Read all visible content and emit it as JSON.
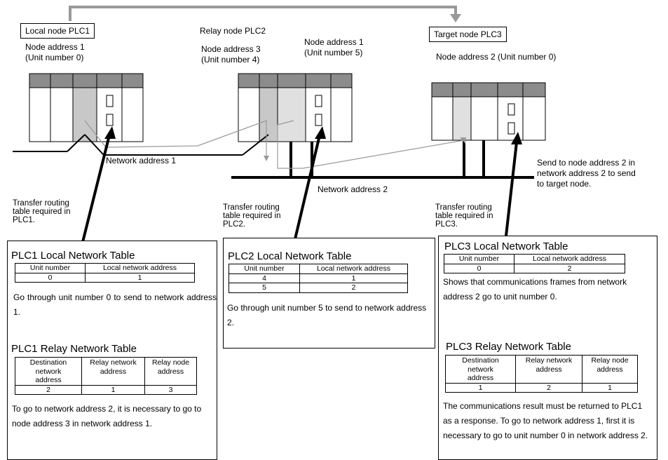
{
  "nodes": {
    "plc1": {
      "title": "Local node PLC1",
      "address_line1": "Node address 1",
      "address_line2": "(Unit number 0)"
    },
    "plc2": {
      "title": "Relay node PLC2",
      "left_line1": "Node address 3",
      "left_line2": "(Unit number 4)",
      "right_line1": "Node address 1",
      "right_line2": "(Unit number 5)"
    },
    "plc3": {
      "title": "Target node PLC3",
      "address_line1": "Node address 2 (Unit number 0)"
    }
  },
  "networks": {
    "net1_label": "Network address 1",
    "net2_label": "Network address 2",
    "send_note": [
      "Send to node address 2 in",
      "network address 2 to send",
      "to target node."
    ]
  },
  "transfer_notes": {
    "plc1": [
      "Transfer routing",
      "table required in",
      "PLC1."
    ],
    "plc2": [
      "Transfer routing",
      "table required in",
      "PLC2."
    ],
    "plc3": [
      "Transfer routing",
      "table required in",
      "PLC3."
    ]
  },
  "panels": {
    "plc1": {
      "local_title": "PLC1 Local Network Table",
      "local_headers": [
        "Unit number",
        "Local network address"
      ],
      "local_rows": [
        [
          "0",
          "1"
        ]
      ],
      "local_desc": "Go through unit number 0 to send to network address 1.",
      "relay_title": "PLC1 Relay Network Table",
      "relay_headers": [
        [
          "Destination",
          "network",
          "address"
        ],
        [
          "Relay network",
          "address"
        ],
        [
          "Relay node",
          "address"
        ]
      ],
      "relay_rows": [
        [
          "2",
          "1",
          "3"
        ]
      ],
      "relay_desc": "To go to network address 2, it is necessary to go to node address 3 in network address 1."
    },
    "plc2": {
      "local_title": "PLC2 Local Network Table",
      "local_headers": [
        "Unit number",
        "Local network address"
      ],
      "local_rows": [
        [
          "4",
          "1"
        ],
        [
          "5",
          "2"
        ]
      ],
      "local_desc": "Go through unit number 5 to send to network address 2."
    },
    "plc3": {
      "local_title": "PLC3 Local Network Table",
      "local_headers": [
        "Unit number",
        "Local network address"
      ],
      "local_rows": [
        [
          "0",
          "2"
        ]
      ],
      "local_desc": "Shows that communications frames from network address 2 go to unit number 0.",
      "relay_title": "PLC3 Relay Network Table",
      "relay_headers": [
        [
          "Destination",
          "network",
          "address"
        ],
        [
          "Relay network",
          "address"
        ],
        [
          "Relay node",
          "address"
        ]
      ],
      "relay_rows": [
        [
          "1",
          "2",
          "1"
        ]
      ],
      "relay_desc": "The communications result must be returned to PLC1 as a response. To go to network address 1, first it is necessary to go to unit number 0 in network address 2."
    }
  },
  "colors": {
    "route": "#999999",
    "rack_top": "#8c8c8c",
    "unit_highlight": "#c8c8c8",
    "unit_light": "#e0e0e0"
  }
}
